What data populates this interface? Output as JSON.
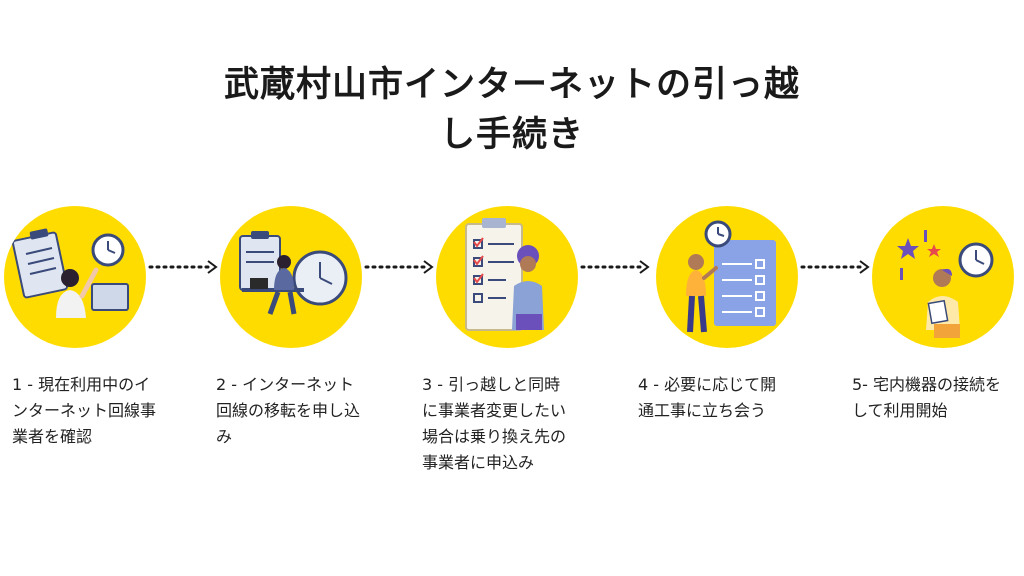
{
  "title": {
    "line1": "武蔵村山市インターネットの引っ越",
    "line2": "し手続き"
  },
  "colors": {
    "accent": "#ffdc00",
    "text": "#1a1a1a",
    "figure_purple": "#6b4fbb",
    "connector": "#1a1a1a"
  },
  "steps": [
    {
      "icon": "person-with-clipboard-and-clock-illustration",
      "lines": [
        "1 - 現在利用中のイ",
        "ンターネット回線事",
        "業者を確認"
      ]
    },
    {
      "icon": "person-at-laptop-with-clock-illustration",
      "lines": [
        "2 - インターネット",
        "回線の移転を申し込",
        "み"
      ]
    },
    {
      "icon": "person-with-checklist-illustration",
      "lines": [
        "3 - 引っ越しと同時",
        "に事業者変更したい",
        "場合は乗り換え先の",
        "事業者に申込み"
      ]
    },
    {
      "icon": "person-with-checklist-board-and-clock-illustration",
      "lines": [
        "4 - 必要に応じて開",
        "通工事に立ち会う"
      ]
    },
    {
      "icon": "person-writing-with-clock-illustration",
      "lines": [
        "5- 宅内機器の接続を",
        "して利用開始"
      ]
    }
  ]
}
